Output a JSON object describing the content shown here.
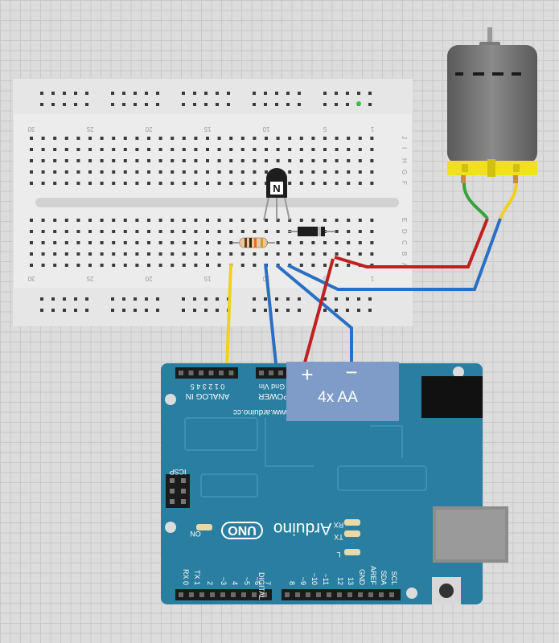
{
  "breadboard": {
    "row_labels_top": [
      "J",
      "I",
      "H",
      "G",
      "F"
    ],
    "row_labels_bottom": [
      "E",
      "D",
      "C",
      "B",
      "A"
    ],
    "column_numbers": [
      "30",
      "25",
      "20",
      "15",
      "10",
      "5",
      "1"
    ]
  },
  "transistor": {
    "label": "N"
  },
  "battery": {
    "label": "4x AA",
    "plus": "+",
    "minus": "−"
  },
  "arduino": {
    "board_name": "Arduino",
    "model": "UNO",
    "url": "www.arduino.cc",
    "on_label": "ON",
    "icsp_label": "ICSP",
    "analog_label": "ANALOG IN",
    "analog_pins": "0 1 2 3 4 5",
    "power_label": "POWER",
    "power_pins": "Gnd Vin",
    "digital_label": "DIGITAL",
    "tx_label": "TX",
    "rx_label": "RX",
    "l_label": "L",
    "pin_labels_right": [
      "SCL",
      "SDA",
      "AREF",
      "GND",
      "13",
      "12",
      "~11",
      "~10",
      "~9",
      "8"
    ],
    "pin_labels_left": [
      "7",
      "~6",
      "~5",
      "4",
      "~3",
      "2",
      "TX 1",
      "RX 0"
    ]
  },
  "colors": {
    "board": "#2a7ea0",
    "wire_red": "#c02020",
    "wire_blue": "#2b6fc4",
    "wire_yellow": "#f0d020",
    "wire_green": "#3aa23a",
    "battery": "#7f9bc8",
    "motor": "#6e6e6e",
    "motor_cap": "#f0e020"
  }
}
